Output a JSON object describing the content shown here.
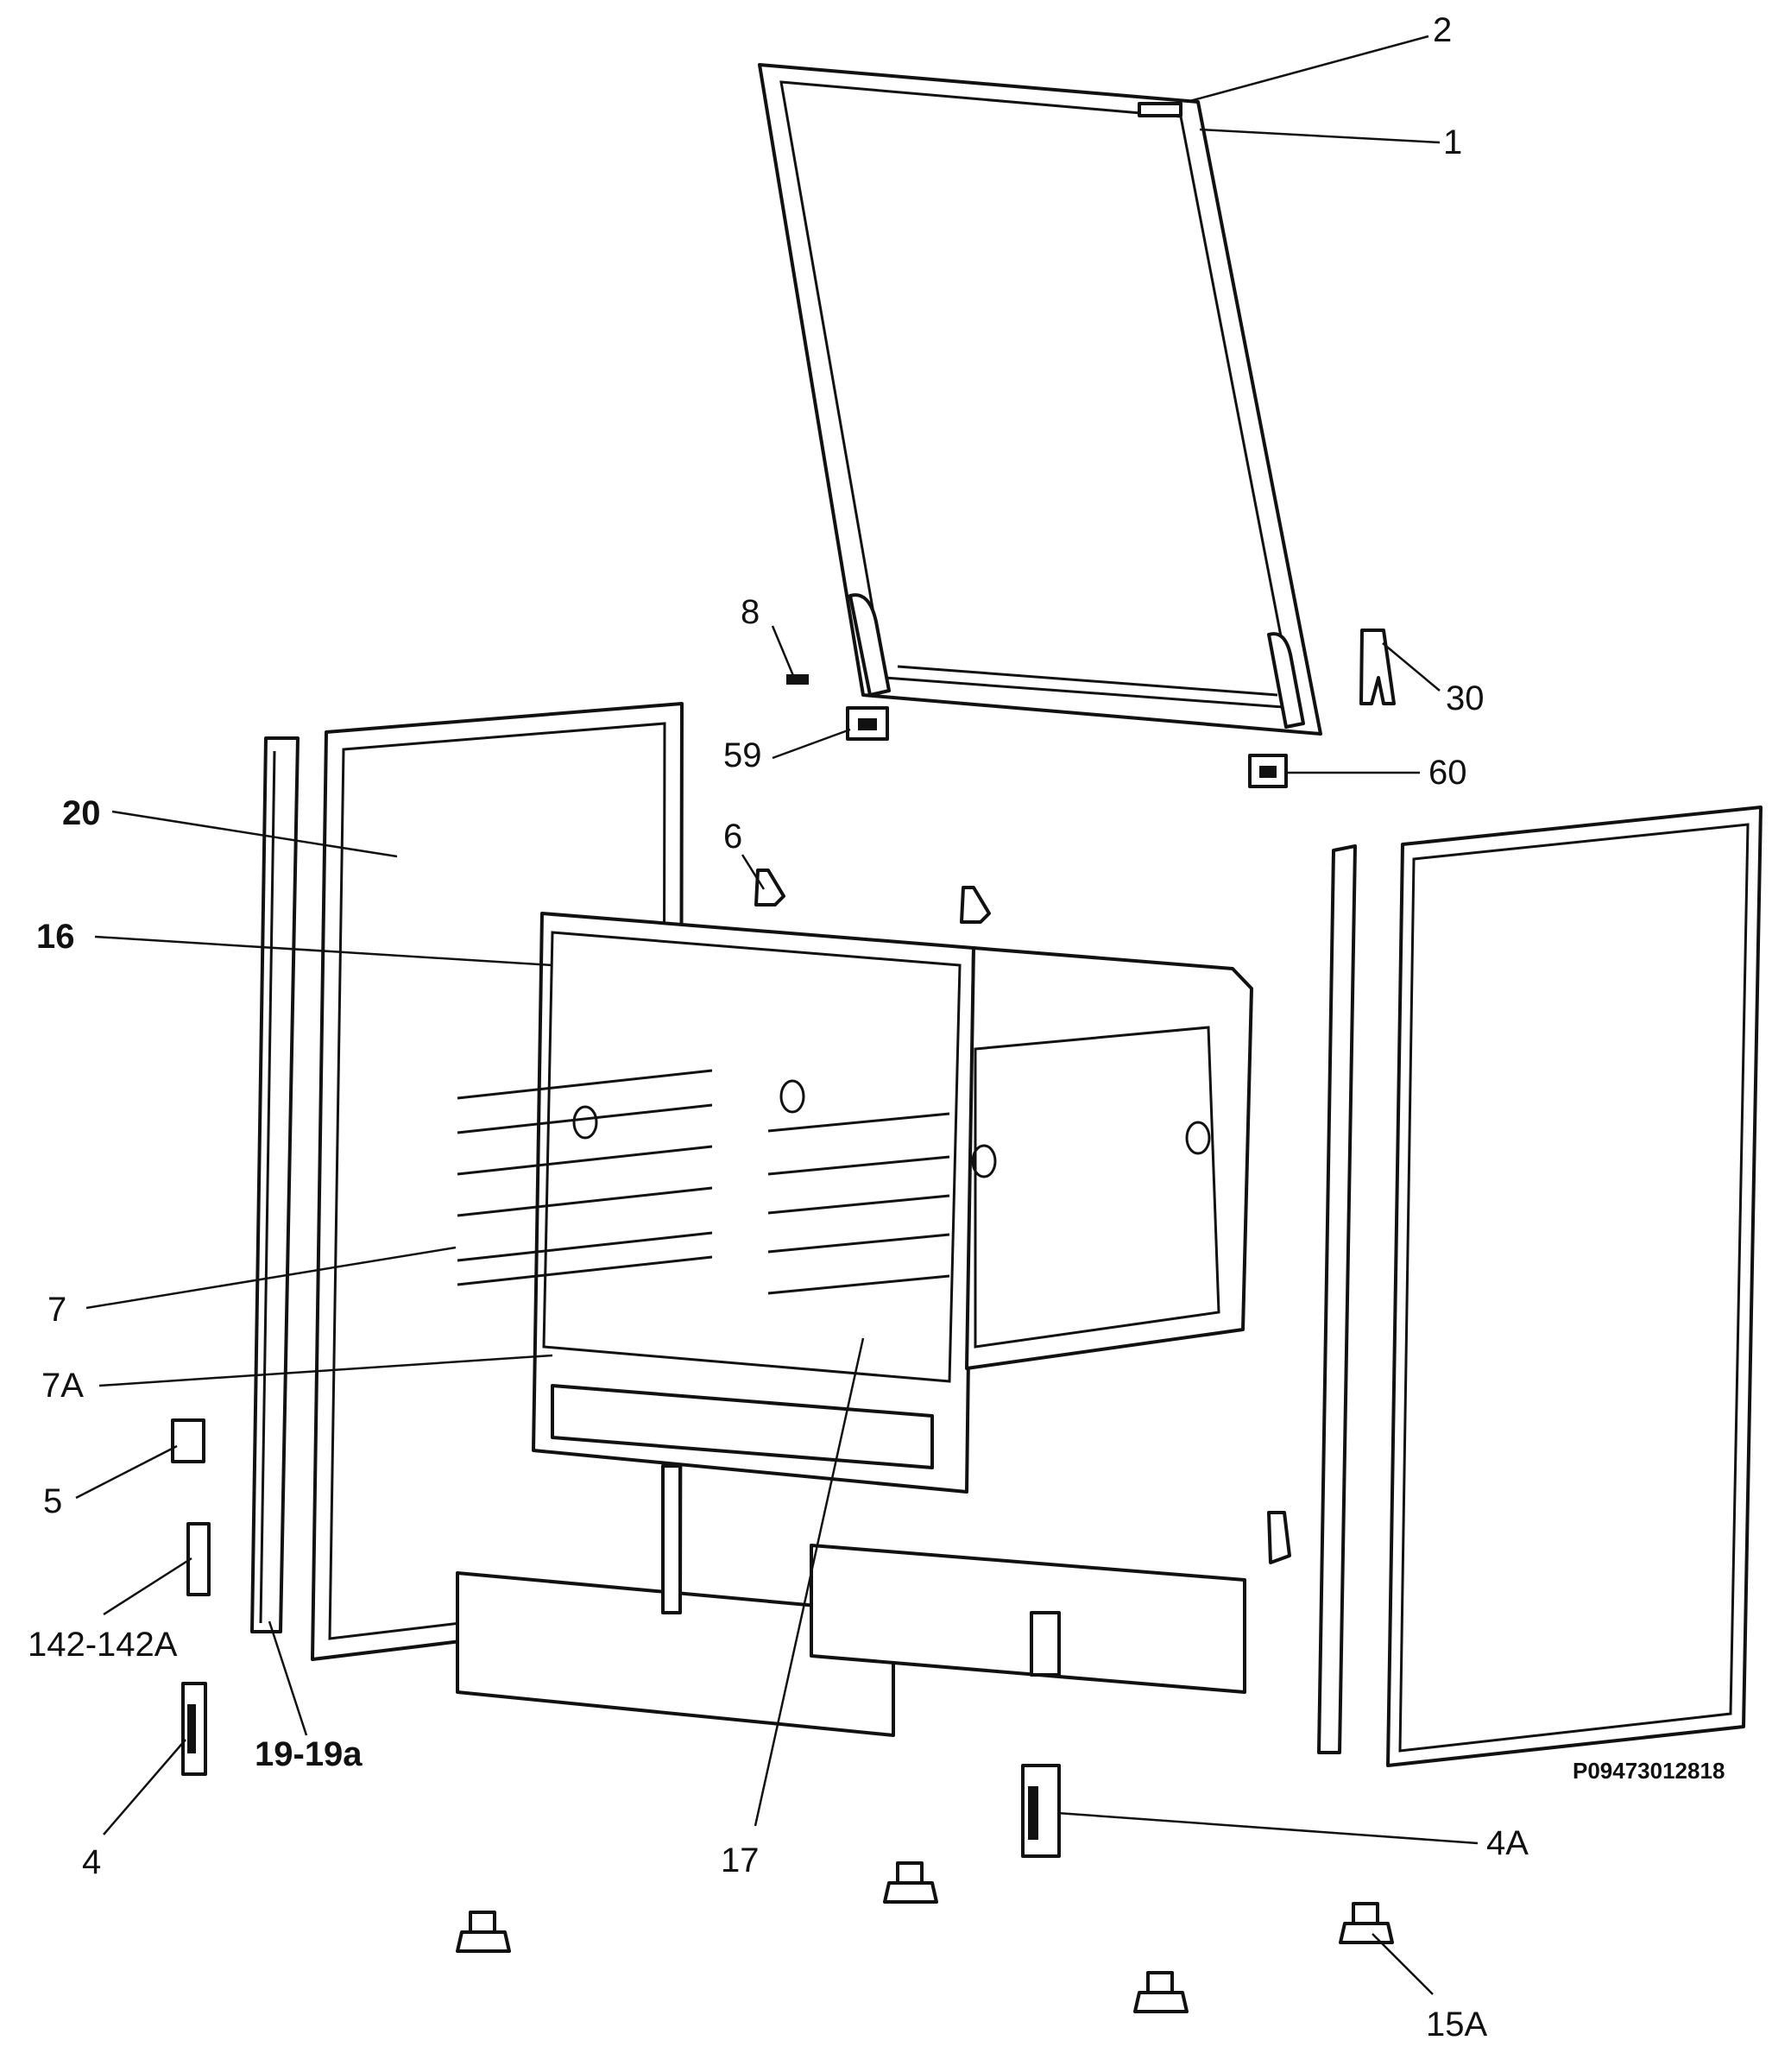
{
  "drawing_code": "P09473012818",
  "callouts": [
    {
      "key": "c2",
      "text": "2",
      "bold": false
    },
    {
      "key": "c1",
      "text": "1",
      "bold": false
    },
    {
      "key": "c8",
      "text": "8",
      "bold": false
    },
    {
      "key": "c30",
      "text": "30",
      "bold": false
    },
    {
      "key": "c59",
      "text": "59",
      "bold": false
    },
    {
      "key": "c60",
      "text": "60",
      "bold": false
    },
    {
      "key": "c20",
      "text": "20",
      "bold": true
    },
    {
      "key": "c6",
      "text": "6",
      "bold": false
    },
    {
      "key": "c16",
      "text": "16",
      "bold": true
    },
    {
      "key": "c7",
      "text": "7",
      "bold": false
    },
    {
      "key": "c7A",
      "text": "7A",
      "bold": false
    },
    {
      "key": "c5",
      "text": "5",
      "bold": false
    },
    {
      "key": "c142",
      "text": "142-142A",
      "bold": false
    },
    {
      "key": "c4",
      "text": "4",
      "bold": false
    },
    {
      "key": "c19",
      "text": "19-19a",
      "bold": true
    },
    {
      "key": "c17",
      "text": "17",
      "bold": false
    },
    {
      "key": "c4A",
      "text": "4A",
      "bold": false
    },
    {
      "key": "c15A",
      "text": "15A",
      "bold": false
    }
  ]
}
